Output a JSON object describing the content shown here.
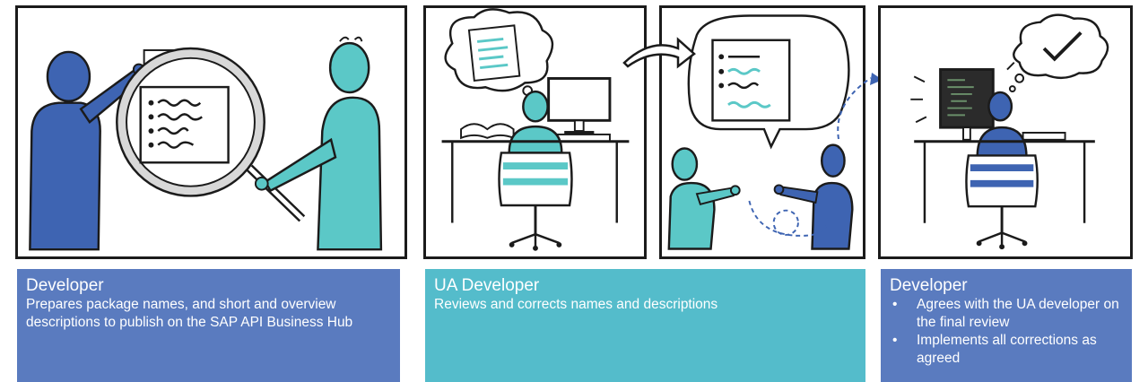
{
  "colors": {
    "dark_blue": "#3e64b2",
    "teal": "#5bc8c7",
    "caption_blue": "#5a7bbf",
    "caption_teal": "#54bccb",
    "outline": "#1b1b1b"
  },
  "icons": [
    "magnifier-icon",
    "document-icon",
    "thought-cloud-icon",
    "speech-bubble-icon",
    "arrow-icon",
    "checkmark-icon",
    "computer-monitor-icon",
    "keyboard-icon",
    "desk-icon",
    "office-chair-icon",
    "open-book-icon",
    "person-icon"
  ],
  "captions": [
    {
      "title": "Developer",
      "description": "Prepares package names, and short and overview descriptions to publish on the SAP API Business Hub"
    },
    {
      "title": "UA Developer",
      "description": "Reviews and corrects names and descriptions"
    },
    {
      "title": "Developer",
      "bullet_char": "•",
      "bullets": [
        "Agrees with the UA developer on the final review",
        "Implements all corrections as agreed"
      ]
    }
  ]
}
